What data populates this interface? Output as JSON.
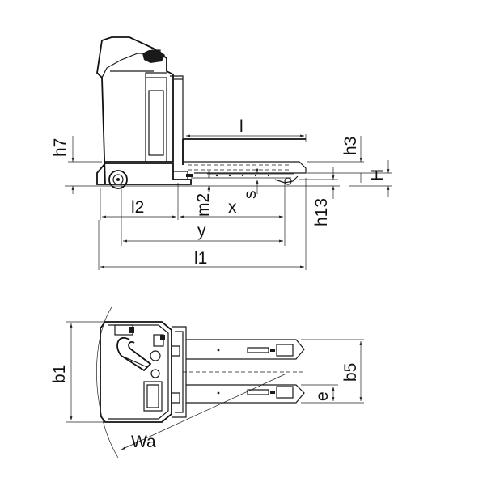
{
  "side_view": {
    "labels": {
      "l": "l",
      "h7": "h7",
      "h3": "h3",
      "H": "H",
      "l2": "l2",
      "m2": "m2",
      "s": "s",
      "x": "x",
      "h13": "h13",
      "y": "y",
      "l1": "l1"
    }
  },
  "top_view": {
    "labels": {
      "b1": "b1",
      "b5": "b5",
      "e": "e",
      "Wa": "Wa"
    }
  }
}
